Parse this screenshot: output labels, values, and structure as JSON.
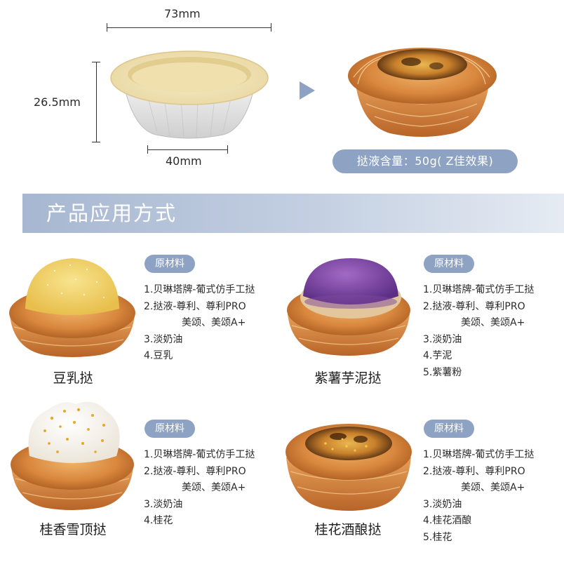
{
  "dimensions": {
    "top_width": "73mm",
    "height": "26.5mm",
    "bottom_width": "40mm"
  },
  "fill_info": "挞液含量：50g( Z佳效果)",
  "section_title": "产品应用方式",
  "colors": {
    "accent": "#8ea3c3",
    "section_gradient_start": "#a7b7d1",
    "section_gradient_end": "#e6ebf3"
  },
  "products": [
    {
      "name": "豆乳挞",
      "badge": "原材料",
      "ingredients": [
        "1.贝琳塔牌-葡式仿手工挞",
        "2.挞液-尊利、尊利PRO",
        "美颂、美颂A+",
        "3.淡奶油",
        "4.豆乳"
      ]
    },
    {
      "name": "紫薯芋泥挞",
      "badge": "原材料",
      "ingredients": [
        "1.贝琳塔牌-葡式仿手工挞",
        "2.挞液-尊利、尊利PRO",
        "美颂、美颂A+",
        "3.淡奶油",
        "4.芋泥",
        "5.紫薯粉"
      ]
    },
    {
      "name": "桂香雪顶挞",
      "badge": "原材料",
      "ingredients": [
        "1.贝琳塔牌-葡式仿手工挞",
        "2.挞液-尊利、尊利PRO",
        "美颂、美颂A+",
        "3.淡奶油",
        "4.桂花"
      ]
    },
    {
      "name": "桂花酒酿挞",
      "badge": "原材料",
      "ingredients": [
        "1.贝琳塔牌-葡式仿手工挞",
        "2.挞液-尊利、尊利PRO",
        "美颂、美颂A+",
        "3.淡奶油",
        "4.桂花酒酿",
        "5.桂花"
      ]
    }
  ]
}
